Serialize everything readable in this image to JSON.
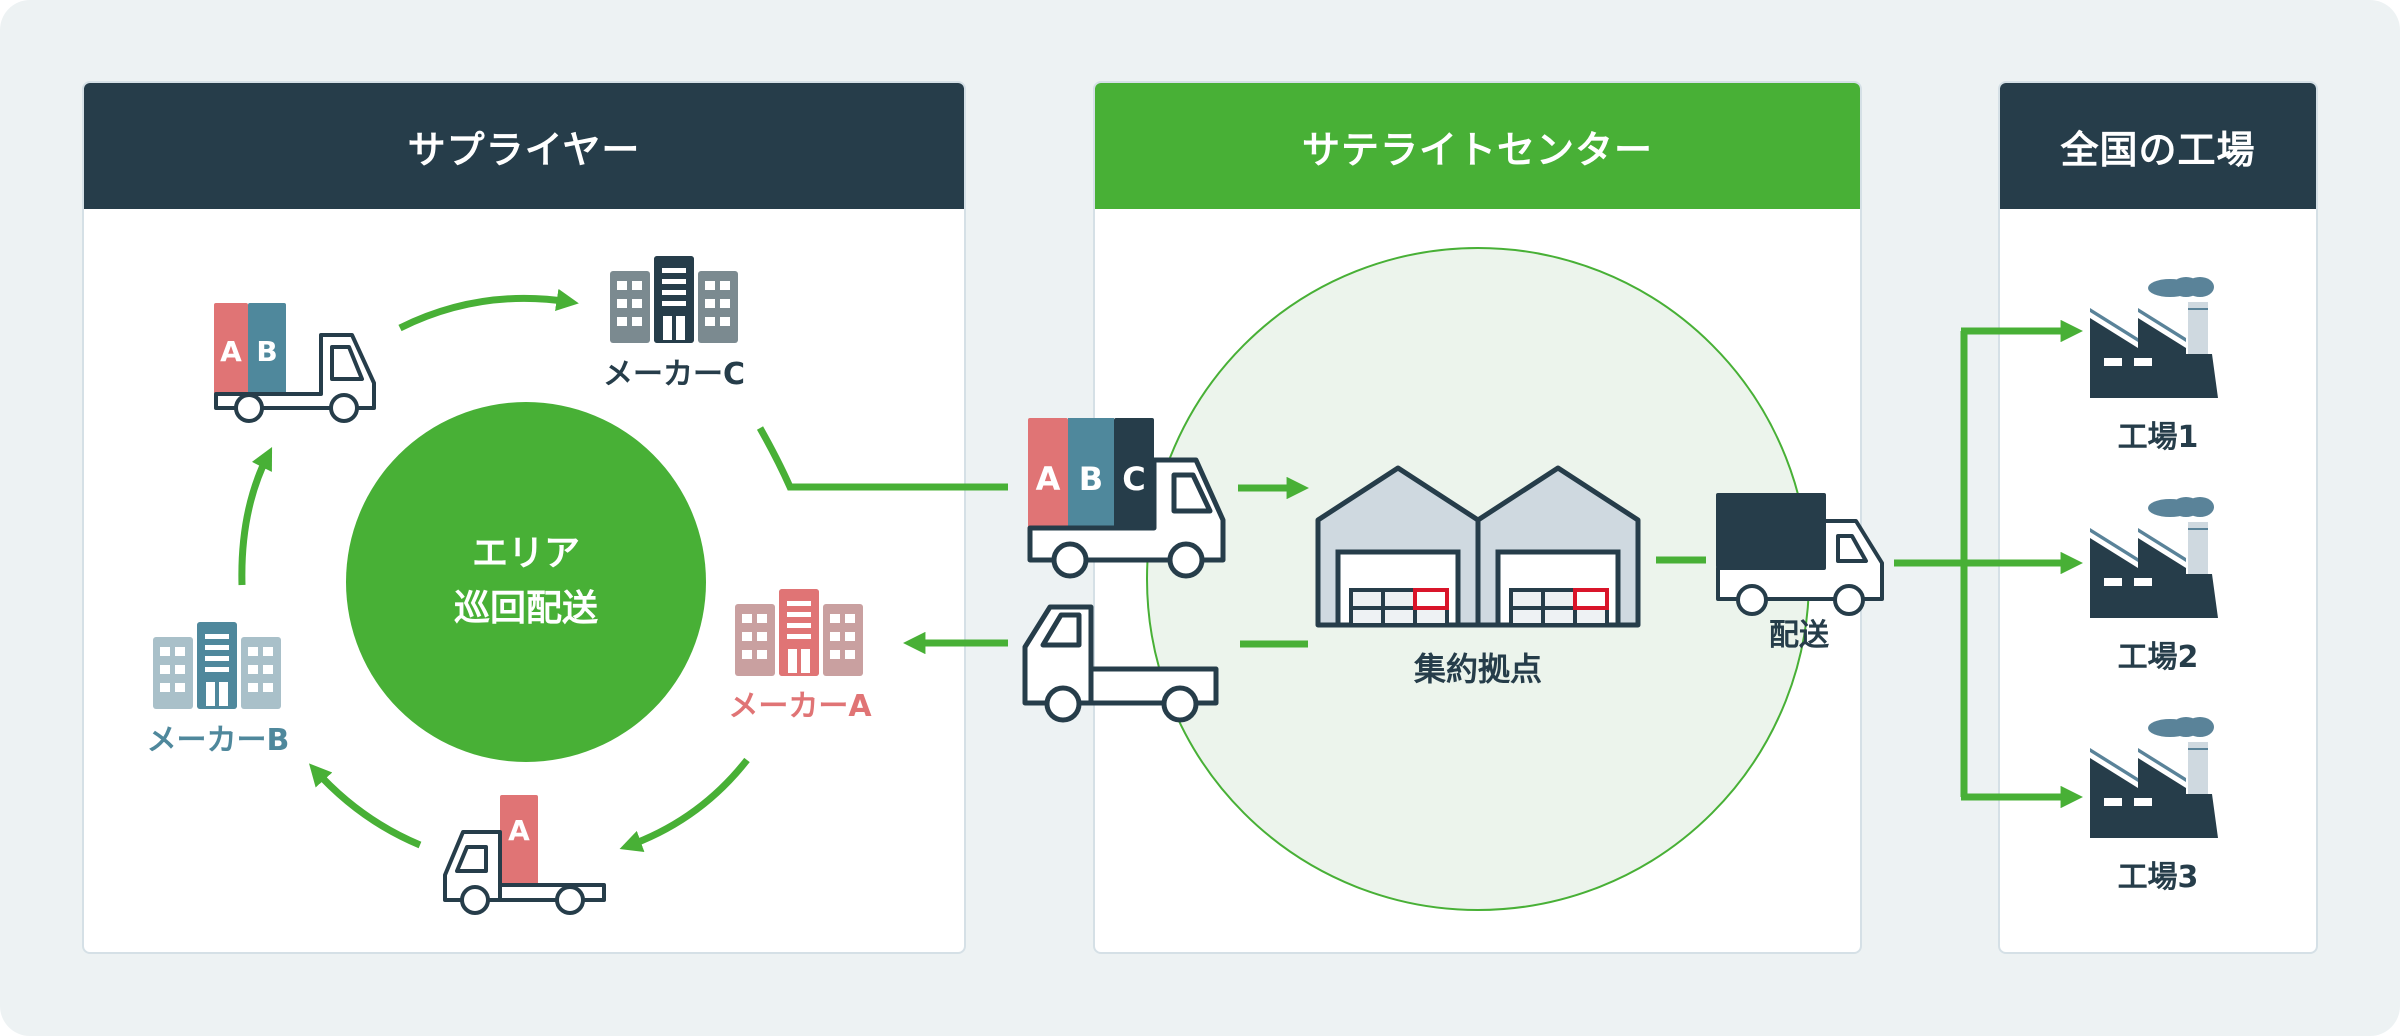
{
  "panels": {
    "supplier": {
      "title": "サプライヤー"
    },
    "satellite": {
      "title": "サテライトセンター"
    },
    "factories": {
      "title": "全国の工場"
    }
  },
  "supplier_loop": {
    "center_label_line1": "エリア",
    "center_label_line2": "巡回配送",
    "makers": [
      {
        "label": "メーカーC",
        "color": "#263d4a"
      },
      {
        "label": "メーカーA",
        "color": "#e07475"
      },
      {
        "label": "メーカーB",
        "color": "#4f889c"
      }
    ],
    "truck_ab_cargo": [
      "A",
      "B"
    ],
    "truck_a_cargo": [
      "A"
    ]
  },
  "satellite_center": {
    "truck_abc_cargo": [
      "A",
      "B",
      "C"
    ],
    "hub_label": "集約拠点",
    "delivery_label": "配送"
  },
  "factory_list": [
    {
      "label": "工場1"
    },
    {
      "label": "工場2"
    },
    {
      "label": "工場3"
    }
  ],
  "colors": {
    "green": "#48b036",
    "navy": "#263d4a",
    "cargo_a": "#e07475",
    "cargo_b": "#4f889c",
    "cargo_c": "#263d4a",
    "background": "#edf2f3"
  }
}
